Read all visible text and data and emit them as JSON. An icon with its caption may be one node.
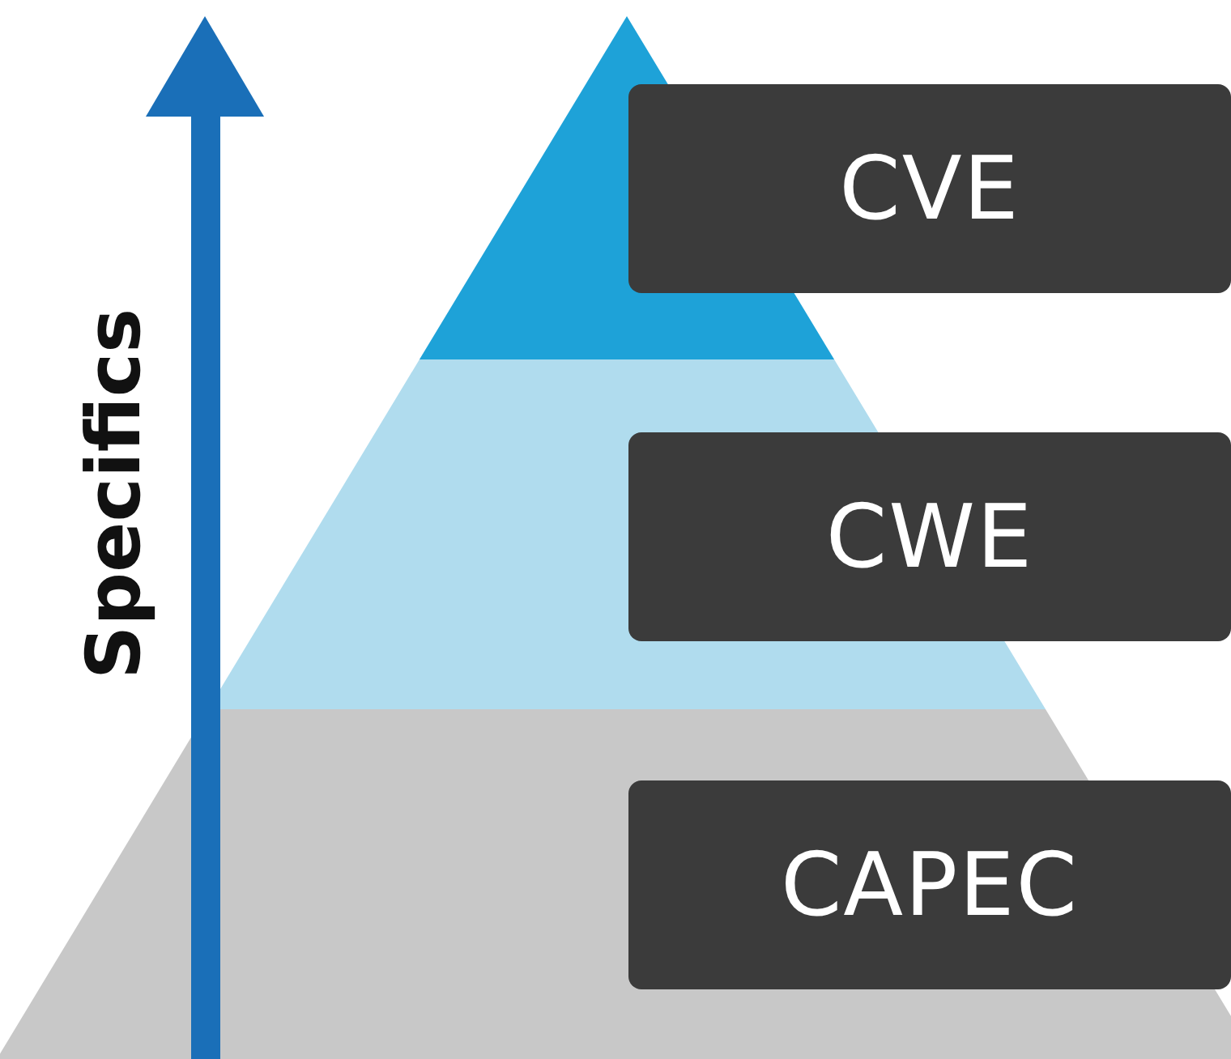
{
  "diagram": {
    "nodes": [
      {
        "text": [
          "CVE"
        ]
      },
      {
        "text": [
          "CWE"
        ]
      },
      {
        "text": [
          "CAPEC"
        ]
      }
    ],
    "labels": [
      "Specifics"
    ]
  }
}
